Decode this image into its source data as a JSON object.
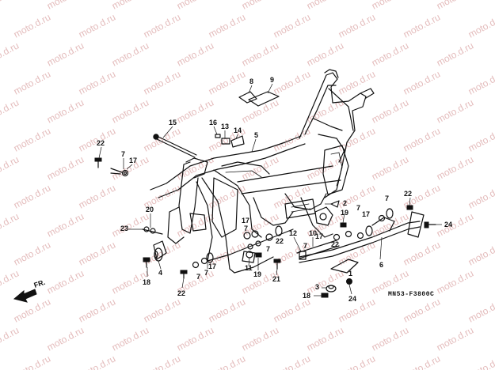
{
  "watermark": {
    "text": "moto.d.ru"
  },
  "diagram_code": "MN53-F3800C",
  "front_arrow": {
    "label": "FR."
  },
  "callouts": [
    "8",
    "9",
    "16",
    "13",
    "14",
    "15",
    "5",
    "22",
    "7",
    "17",
    "2",
    "20",
    "23",
    "4",
    "18",
    "22",
    "7",
    "17",
    "7",
    "11",
    "19",
    "21",
    "17",
    "7",
    "22",
    "7",
    "12",
    "10",
    "7",
    "22",
    "19",
    "17",
    "7",
    "17",
    "7",
    "22",
    "24",
    "6",
    "3",
    "18",
    "24",
    "1"
  ]
}
